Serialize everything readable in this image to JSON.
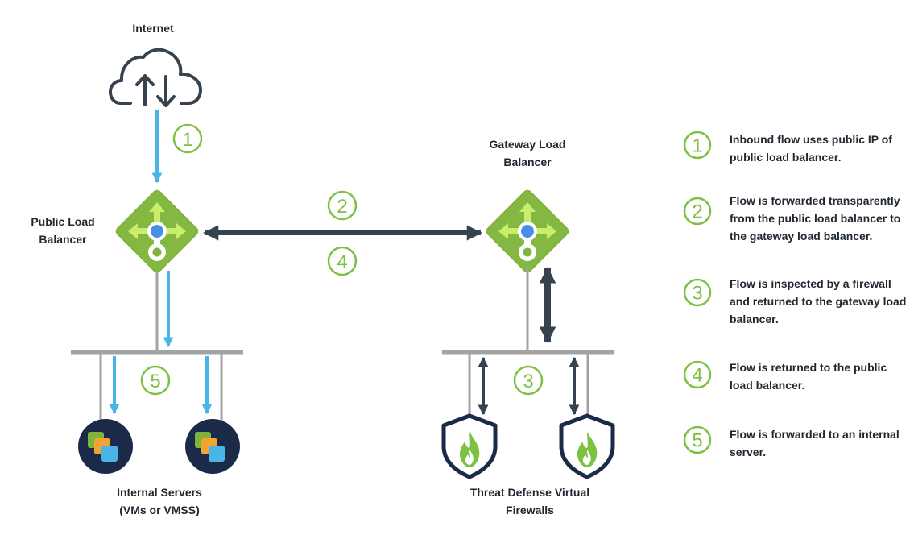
{
  "labels": {
    "internet": "Internet",
    "public_lb": "Public Load Balancer",
    "gateway_lb": "Gateway Load Balancer",
    "internal_servers": "Internal Servers (VMs or VMSS)",
    "firewalls": "Threat Defense Virtual Firewalls"
  },
  "step_numbers": {
    "s1": "1",
    "s2": "2",
    "s3": "3",
    "s4": "4",
    "s5": "5"
  },
  "legend": [
    {
      "number": "1",
      "text": "Inbound flow uses public IP of public load balancer."
    },
    {
      "number": "2",
      "text": "Flow is forwarded transparently from the public load balancer to the gateway load balancer."
    },
    {
      "number": "3",
      "text": "Flow is inspected by a firewall and returned to the gateway load balancer."
    },
    {
      "number": "4",
      "text": "Flow is returned to the public load balancer."
    },
    {
      "number": "5",
      "text": "Flow is forwarded to an internal server."
    }
  ],
  "colors": {
    "step_green": "#7dc142",
    "flow_blue": "#4bb4e6",
    "dark_arrow": "#36424e",
    "connector_gray": "#a3a3a3",
    "lb_green": "#7eb33e",
    "server_navy": "#1c2a4a"
  }
}
